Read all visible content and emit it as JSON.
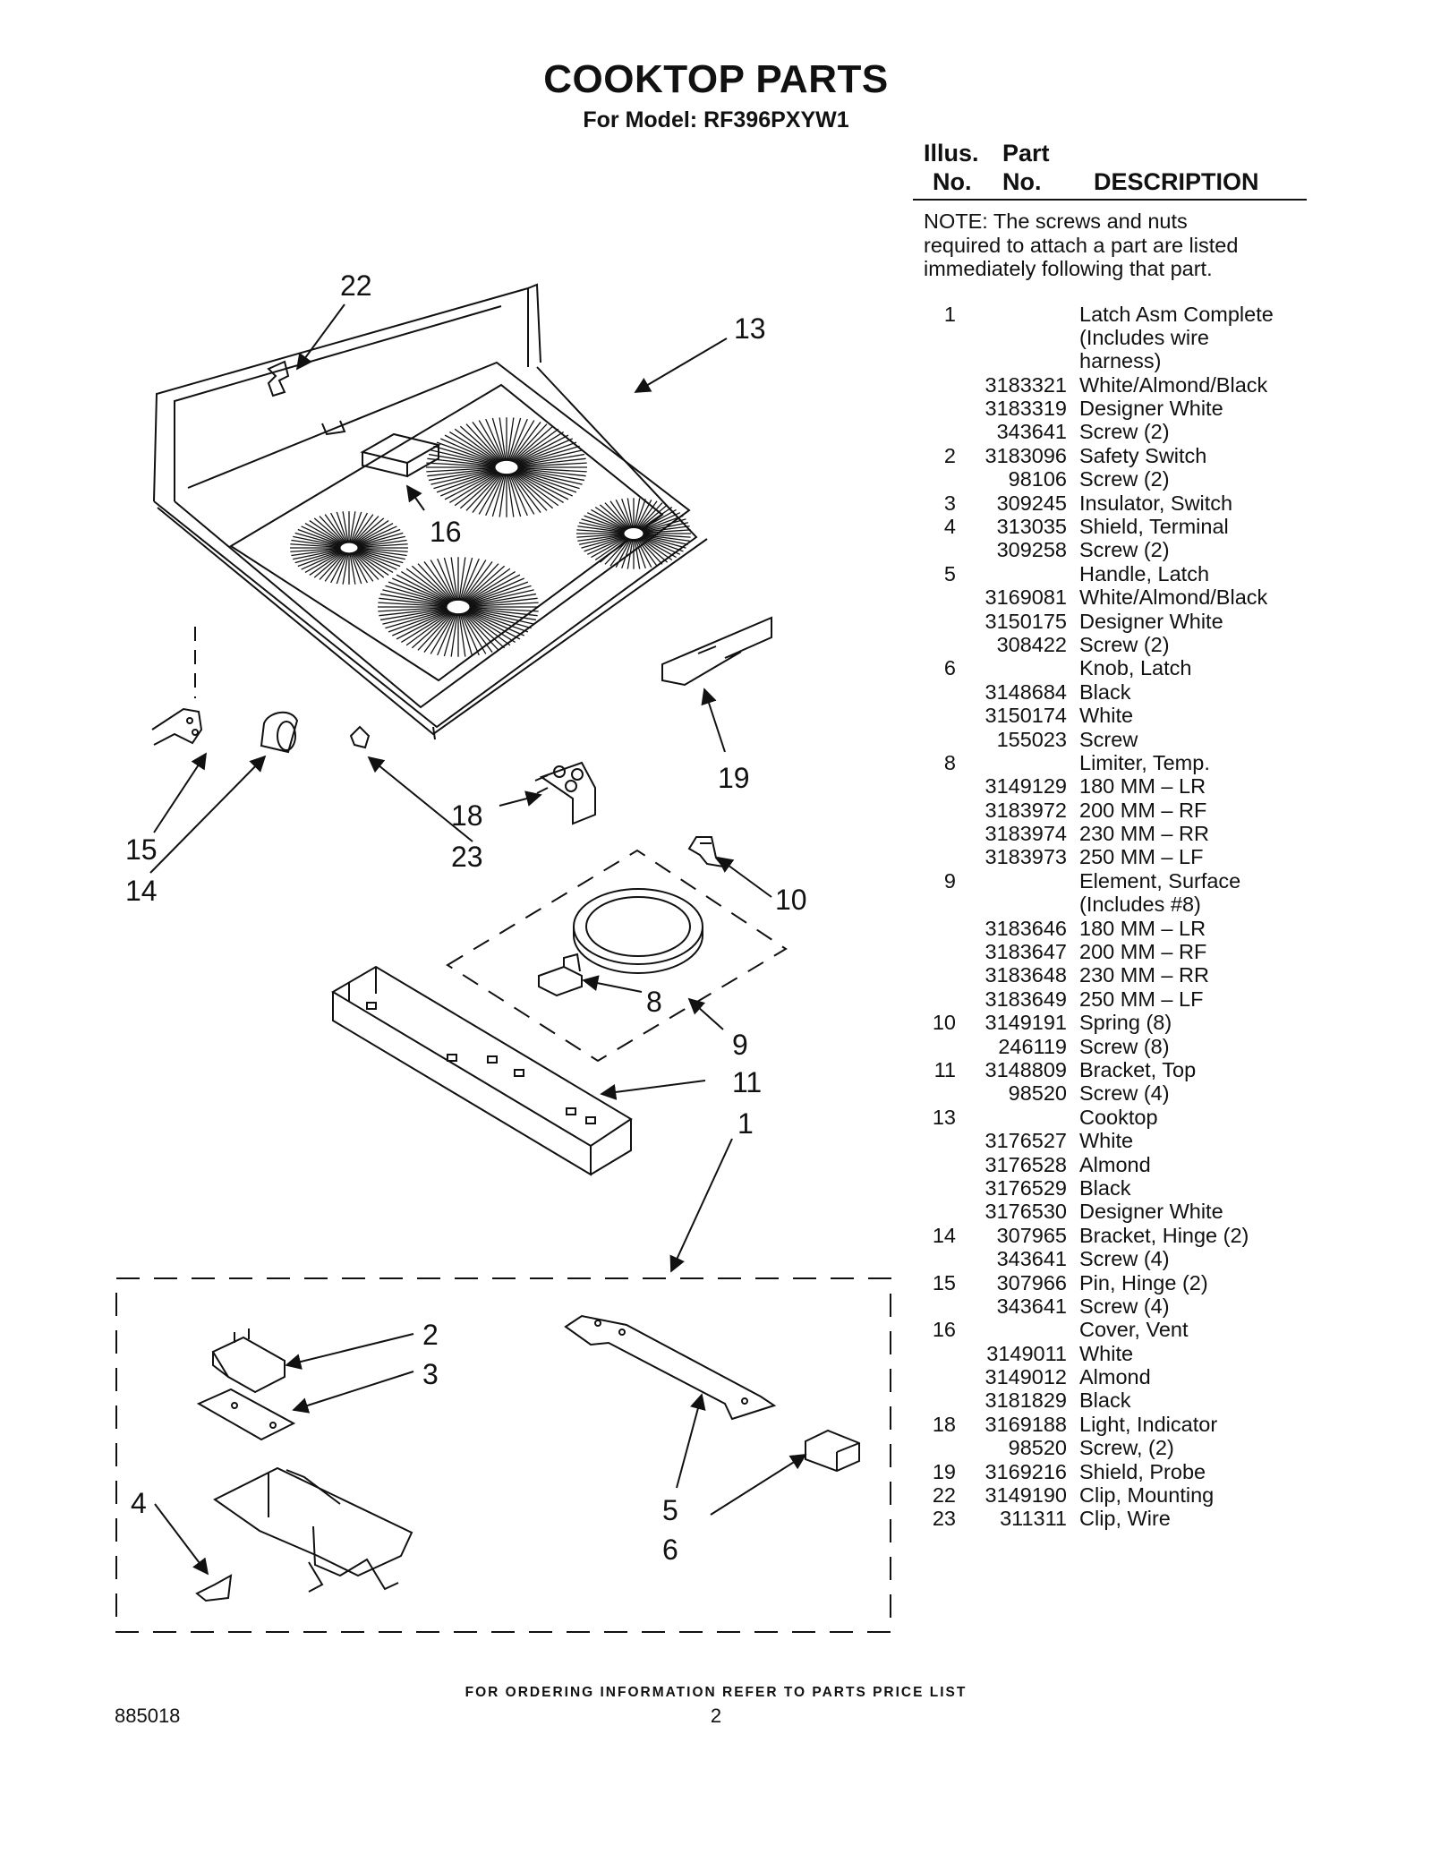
{
  "header": {
    "title": "COOKTOP PARTS",
    "subtitle": "For Model: RF396PXYW1"
  },
  "parts_list": {
    "col_illus_line1": "Illus.",
    "col_illus_line2": "No.",
    "col_part_line1": "Part",
    "col_part_line2": "No.",
    "col_description": "DESCRIPTION",
    "note": "NOTE: The screws and nuts required to attach a part are listed immediately following that part.",
    "rows": [
      {
        "illus": "1",
        "part": "",
        "desc": "Latch Asm Complete"
      },
      {
        "illus": "",
        "part": "",
        "desc": "(Includes wire"
      },
      {
        "illus": "",
        "part": "",
        "desc": "harness)"
      },
      {
        "illus": "",
        "part": "3183321",
        "desc": "White/Almond/Black"
      },
      {
        "illus": "",
        "part": "3183319",
        "desc": "Designer White"
      },
      {
        "illus": "",
        "part": "343641",
        "desc": "Screw (2)"
      },
      {
        "illus": "2",
        "part": "3183096",
        "desc": "Safety Switch"
      },
      {
        "illus": "",
        "part": "98106",
        "desc": "Screw (2)"
      },
      {
        "illus": "3",
        "part": "309245",
        "desc": "Insulator, Switch"
      },
      {
        "illus": "4",
        "part": "313035",
        "desc": "Shield, Terminal"
      },
      {
        "illus": "",
        "part": "309258",
        "desc": "Screw (2)"
      },
      {
        "illus": "5",
        "part": "",
        "desc": "Handle, Latch"
      },
      {
        "illus": "",
        "part": "3169081",
        "desc": "White/Almond/Black"
      },
      {
        "illus": "",
        "part": "3150175",
        "desc": "Designer White"
      },
      {
        "illus": "",
        "part": "308422",
        "desc": "Screw (2)"
      },
      {
        "illus": "6",
        "part": "",
        "desc": "Knob, Latch"
      },
      {
        "illus": "",
        "part": "3148684",
        "desc": "Black"
      },
      {
        "illus": "",
        "part": "3150174",
        "desc": "White"
      },
      {
        "illus": "",
        "part": "155023",
        "desc": "Screw"
      },
      {
        "illus": "8",
        "part": "",
        "desc": "Limiter, Temp."
      },
      {
        "illus": "",
        "part": "3149129",
        "desc": "180 MM – LR"
      },
      {
        "illus": "",
        "part": "3183972",
        "desc": "200 MM – RF"
      },
      {
        "illus": "",
        "part": "3183974",
        "desc": "230 MM – RR"
      },
      {
        "illus": "",
        "part": "3183973",
        "desc": "250 MM – LF"
      },
      {
        "illus": "9",
        "part": "",
        "desc": "Element, Surface"
      },
      {
        "illus": "",
        "part": "",
        "desc": "(Includes #8)"
      },
      {
        "illus": "",
        "part": "3183646",
        "desc": "180 MM – LR"
      },
      {
        "illus": "",
        "part": "3183647",
        "desc": "200 MM – RF"
      },
      {
        "illus": "",
        "part": "3183648",
        "desc": "230 MM – RR"
      },
      {
        "illus": "",
        "part": "3183649",
        "desc": "250 MM – LF"
      },
      {
        "illus": "10",
        "part": "3149191",
        "desc": "Spring (8)"
      },
      {
        "illus": "",
        "part": "246119",
        "desc": "Screw (8)"
      },
      {
        "illus": "11",
        "part": "3148809",
        "desc": "Bracket, Top"
      },
      {
        "illus": "",
        "part": "98520",
        "desc": "Screw (4)"
      },
      {
        "illus": "13",
        "part": "",
        "desc": "Cooktop"
      },
      {
        "illus": "",
        "part": "3176527",
        "desc": "White"
      },
      {
        "illus": "",
        "part": "3176528",
        "desc": "Almond"
      },
      {
        "illus": "",
        "part": "3176529",
        "desc": "Black"
      },
      {
        "illus": "",
        "part": "3176530",
        "desc": "Designer White"
      },
      {
        "illus": "14",
        "part": "307965",
        "desc": "Bracket, Hinge (2)"
      },
      {
        "illus": "",
        "part": "343641",
        "desc": "Screw (4)"
      },
      {
        "illus": "15",
        "part": "307966",
        "desc": "Pin, Hinge (2)"
      },
      {
        "illus": "",
        "part": "343641",
        "desc": "Screw (4)"
      },
      {
        "illus": "16",
        "part": "",
        "desc": "Cover, Vent"
      },
      {
        "illus": "",
        "part": "3149011",
        "desc": "White"
      },
      {
        "illus": "",
        "part": "3149012",
        "desc": "Almond"
      },
      {
        "illus": "",
        "part": "3181829",
        "desc": "Black"
      },
      {
        "illus": "18",
        "part": "3169188",
        "desc": "Light, Indicator"
      },
      {
        "illus": "",
        "part": "98520",
        "desc": "Screw, (2)"
      },
      {
        "illus": "19",
        "part": "3169216",
        "desc": "Shield, Probe"
      },
      {
        "illus": "22",
        "part": "3149190",
        "desc": "Clip, Mounting"
      },
      {
        "illus": "23",
        "part": "311311",
        "desc": "Clip, Wire"
      }
    ]
  },
  "callouts": {
    "c1": "1",
    "c2": "2",
    "c3": "3",
    "c4": "4",
    "c5": "5",
    "c6": "6",
    "c8": "8",
    "c9": "9",
    "c10": "10",
    "c11": "11",
    "c13": "13",
    "c14": "14",
    "c15": "15",
    "c16": "16",
    "c18": "18",
    "c19": "19",
    "c22": "22",
    "c23": "23"
  },
  "footer": {
    "ordering_note": "FOR ORDERING INFORMATION REFER TO PARTS PRICE LIST",
    "doc_number": "885018",
    "page_number": "2"
  }
}
